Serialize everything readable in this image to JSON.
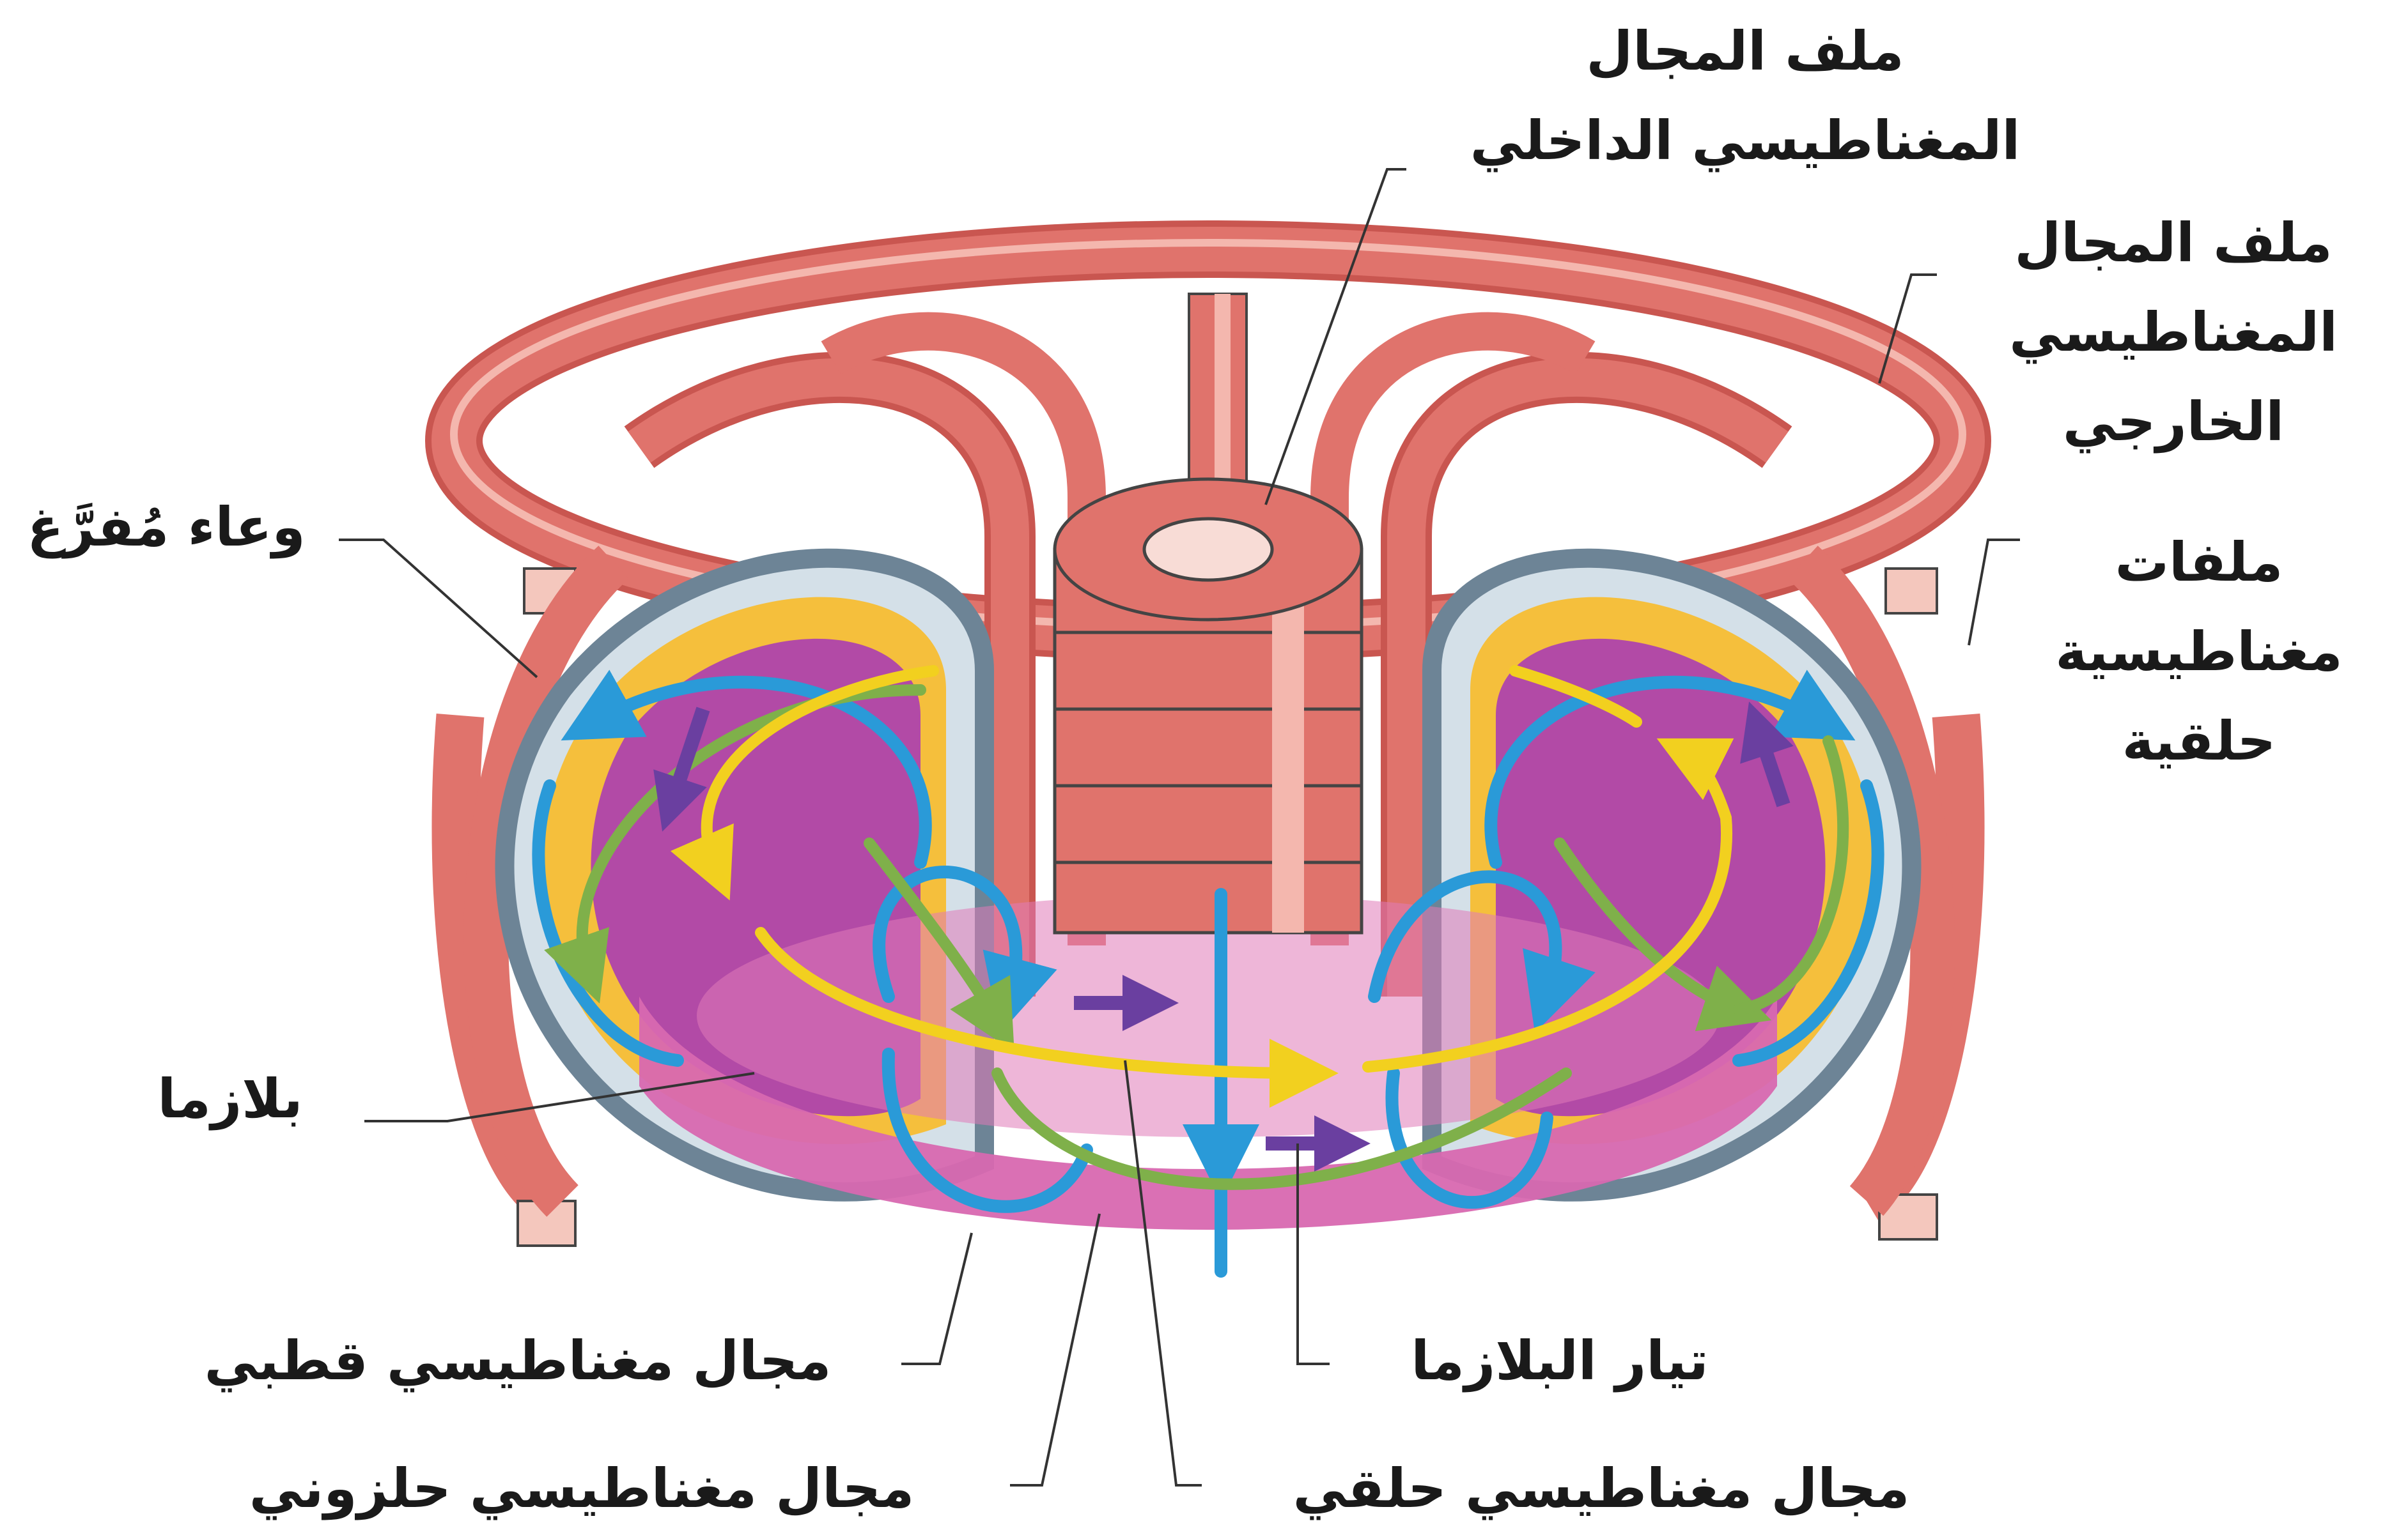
{
  "labels": {
    "inner_coil": {
      "line1": "ملف المجال",
      "line2": "المغناطيسي الداخلي"
    },
    "outer_coil": {
      "line1": "ملف المجال",
      "line2": "المغناطيسي",
      "line3": "الخارجي"
    },
    "ring_coils": {
      "line1": "ملفات",
      "line2": "مغناطيسية",
      "line3": "حلقية"
    },
    "vacuum_vessel": "وعاء مُفرَّغ",
    "plasma": "بلازما",
    "poloidal_field": "مجال مغناطيسي قطبي",
    "helical_field": "مجال مغناطيسي حلزوني",
    "plasma_current": "تيار البلازما",
    "toroidal_field": "مجال مغناطيسي حلقي"
  },
  "colors": {
    "coil": "#e0736c",
    "coil_dark": "#c95650",
    "coil_light": "#f4b7ae",
    "vessel": "#8aa4b8",
    "vessel_light": "#d4e0e8",
    "plasma": "#b24aa6",
    "plasma_light": "#e07ab8",
    "ring_coil": "#f5bf3c",
    "poloidal_arrow": "#2a9ad8",
    "toroidal_arrow": "#f2d01f",
    "helical_arrow": "#7fb04a",
    "current_arrow": "#6a3fa0"
  }
}
